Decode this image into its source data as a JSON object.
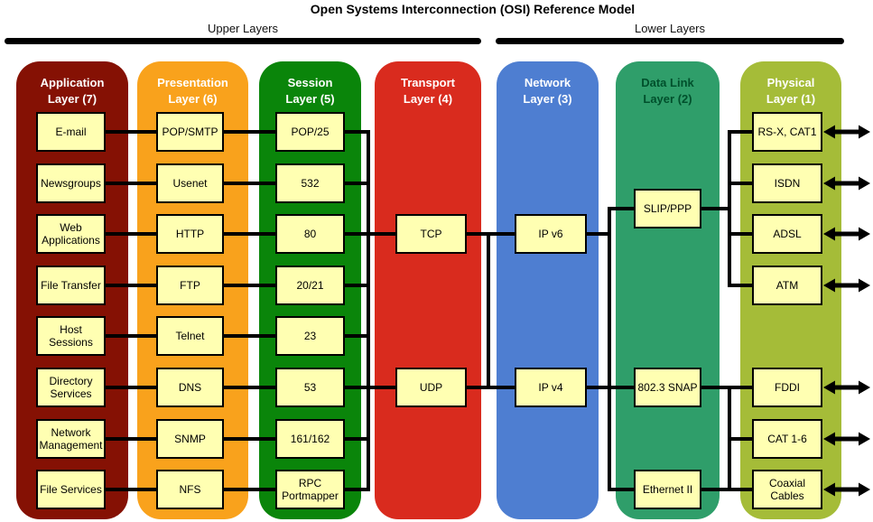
{
  "title": "Open Systems Interconnection (OSI) Reference Model",
  "groups": {
    "upper": "Upper Layers",
    "lower": "Lower Layers"
  },
  "styles": {
    "box_fill": "#FFFFB2",
    "box_border": "#000000",
    "connector_color": "#000000",
    "rule_color": "#000000"
  },
  "layers": [
    {
      "id": "application",
      "title": "Application\nLayer (7)",
      "group": "upper",
      "color": "#851104",
      "title_color": "#FFFFFF",
      "boxes": [
        {
          "label": "E-mail",
          "row": 1
        },
        {
          "label": "Newsgroups",
          "row": 2
        },
        {
          "label": "Web Applications",
          "row": 3
        },
        {
          "label": "File Transfer",
          "row": 4
        },
        {
          "label": "Host Sessions",
          "row": 5
        },
        {
          "label": "Directory Services",
          "row": 6
        },
        {
          "label": "Network Management",
          "row": 7
        },
        {
          "label": "File Services",
          "row": 8
        }
      ]
    },
    {
      "id": "presentation",
      "title": "Presentation\nLayer (6)",
      "group": "upper",
      "color": "#F9A21C",
      "title_color": "#FFFFFF",
      "boxes": [
        {
          "label": "POP/SMTP",
          "row": 1
        },
        {
          "label": "Usenet",
          "row": 2
        },
        {
          "label": "HTTP",
          "row": 3
        },
        {
          "label": "FTP",
          "row": 4
        },
        {
          "label": "Telnet",
          "row": 5
        },
        {
          "label": "DNS",
          "row": 6
        },
        {
          "label": "SNMP",
          "row": 7
        },
        {
          "label": "NFS",
          "row": 8
        }
      ]
    },
    {
      "id": "session",
      "title": "Session\nLayer (5)",
      "group": "upper",
      "color": "#0A850A",
      "title_color": "#FFFFFF",
      "boxes": [
        {
          "label": "POP/25",
          "row": 1
        },
        {
          "label": "532",
          "row": 2
        },
        {
          "label": "80",
          "row": 3
        },
        {
          "label": "20/21",
          "row": 4
        },
        {
          "label": "23",
          "row": 5
        },
        {
          "label": "53",
          "row": 6
        },
        {
          "label": "161/162",
          "row": 7
        },
        {
          "label": "RPC Portmapper",
          "row": 8
        }
      ]
    },
    {
      "id": "transport",
      "title": "Transport\nLayer (4)",
      "group": "upper",
      "color": "#D92B1E",
      "title_color": "#FFFFFF",
      "boxes": [
        {
          "label": "TCP",
          "row": 3
        },
        {
          "label": "UDP",
          "row": 6
        }
      ]
    },
    {
      "id": "network",
      "title": "Network\nLayer (3)",
      "group": "lower",
      "color": "#4E7ED1",
      "title_color": "#FFFFFF",
      "boxes": [
        {
          "label": "IP v6",
          "row": 3
        },
        {
          "label": "IP v4",
          "row": 6
        }
      ]
    },
    {
      "id": "datalink",
      "title": "Data Link\nLayer (2)",
      "group": "lower",
      "color": "#2F9E6A",
      "title_color": "#00502C",
      "boxes": [
        {
          "label": "SLIP/PPP",
          "row": 2.5
        },
        {
          "label": "802.3 SNAP",
          "row": 6
        },
        {
          "label": "Ethernet II",
          "row": 8
        }
      ]
    },
    {
      "id": "physical",
      "title": "Physical\nLayer (1)",
      "group": "lower",
      "color": "#A5BC38",
      "title_color": "#FFFFFF",
      "boxes": [
        {
          "label": "RS-X, CAT1",
          "row": 1,
          "external_arrow": true
        },
        {
          "label": "ISDN",
          "row": 2,
          "external_arrow": true
        },
        {
          "label": "ADSL",
          "row": 3,
          "external_arrow": true
        },
        {
          "label": "ATM",
          "row": 4,
          "external_arrow": true
        },
        {
          "label": "FDDI",
          "row": 6,
          "external_arrow": true
        },
        {
          "label": "CAT 1-6",
          "row": 7,
          "external_arrow": true
        },
        {
          "label": "Coaxial Cables",
          "row": 8,
          "external_arrow": true
        }
      ]
    }
  ],
  "connections": {
    "pairs": [
      [
        "E-mail",
        "POP/SMTP"
      ],
      [
        "POP/SMTP",
        "POP/25"
      ],
      [
        "Newsgroups",
        "Usenet"
      ],
      [
        "Usenet",
        "532"
      ],
      [
        "Web Applications",
        "HTTP"
      ],
      [
        "HTTP",
        "80"
      ],
      [
        "File Transfer",
        "FTP"
      ],
      [
        "FTP",
        "20/21"
      ],
      [
        "Host Sessions",
        "Telnet"
      ],
      [
        "Telnet",
        "23"
      ],
      [
        "Directory Services",
        "DNS"
      ],
      [
        "DNS",
        "53"
      ],
      [
        "Network Management",
        "SNMP"
      ],
      [
        "SNMP",
        "161/162"
      ],
      [
        "File Services",
        "NFS"
      ],
      [
        "NFS",
        "RPC Portmapper"
      ],
      [
        "TCP",
        "IP v6"
      ],
      [
        "UDP",
        "IP v4"
      ]
    ],
    "buses": [
      {
        "name": "session-ports-bus",
        "connects": [
          "POP/25",
          "532",
          "80",
          "20/21",
          "23",
          "53",
          "161/162",
          "RPC Portmapper",
          "TCP",
          "UDP"
        ]
      },
      {
        "name": "transport-network-bus",
        "connects": [
          "TCP",
          "UDP",
          "IP v6",
          "IP v4"
        ]
      },
      {
        "name": "network-datalink-bus",
        "connects": [
          "IP v6",
          "IP v4",
          "SLIP/PPP",
          "802.3 SNAP",
          "Ethernet II"
        ]
      },
      {
        "name": "datalink-physical-upper-bus",
        "connects": [
          "SLIP/PPP",
          "RS-X, CAT1",
          "ISDN",
          "ADSL",
          "ATM"
        ]
      },
      {
        "name": "datalink-physical-lower-bus",
        "connects": [
          "802.3 SNAP",
          "Ethernet II",
          "FDDI",
          "CAT 1-6",
          "Coaxial Cables"
        ]
      }
    ],
    "external_media_arrows": [
      "RS-X, CAT1",
      "ISDN",
      "ADSL",
      "ATM",
      "FDDI",
      "CAT 1-6",
      "Coaxial Cables"
    ]
  }
}
